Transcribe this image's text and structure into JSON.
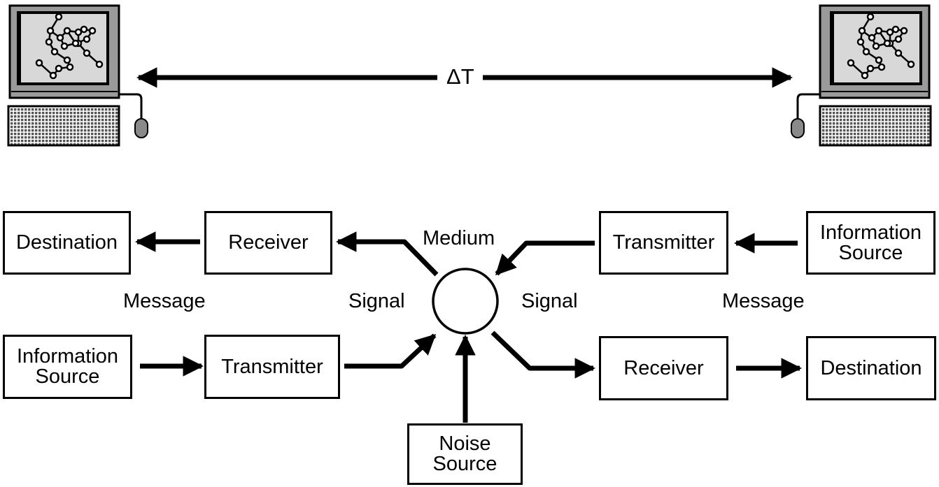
{
  "computers": {
    "left": {
      "icon": "computer-icon"
    },
    "right": {
      "icon": "computer-icon"
    }
  },
  "delta_t": {
    "label": "ΔT"
  },
  "top_row": {
    "destination": "Destination",
    "receiver": "Receiver",
    "transmitter": "Transmitter",
    "information_source": "Information\nSource"
  },
  "bottom_row": {
    "information_source": "Information\nSource",
    "transmitter": "Transmitter",
    "receiver": "Receiver",
    "destination": "Destination"
  },
  "noise_source": "Noise\nSource",
  "labels": {
    "medium": "Medium",
    "message_left": "Message",
    "signal_left": "Signal",
    "signal_right": "Signal",
    "message_right": "Message"
  },
  "colors": {
    "stroke": "#000000",
    "screen": "#d8d8d8",
    "casing": "#9a9a9a"
  }
}
